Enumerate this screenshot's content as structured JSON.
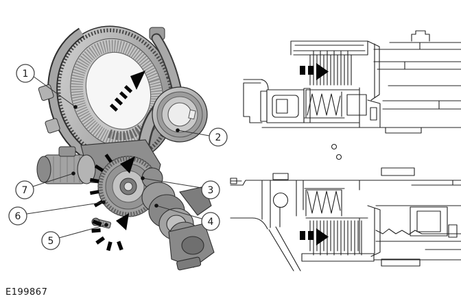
{
  "figure": {
    "id": "E199867",
    "type": "technical-illustration-with-sections",
    "callouts": [
      {
        "label": "1"
      },
      {
        "label": "2"
      },
      {
        "label": "3"
      },
      {
        "label": "4"
      },
      {
        "label": "5"
      },
      {
        "label": "6"
      },
      {
        "label": "7"
      }
    ],
    "icons": {
      "rotation_arrow": "segmented-curved-rotation-arrow",
      "flow_arrow": "segmented-right-flow-arrow"
    },
    "colors": {
      "background": "#ffffff",
      "line": "#202020",
      "arrow": "#050505",
      "metal_light": "#d6d6d6",
      "metal_mid": "#a0a0a0",
      "metal_dark": "#6f6f6f"
    }
  }
}
